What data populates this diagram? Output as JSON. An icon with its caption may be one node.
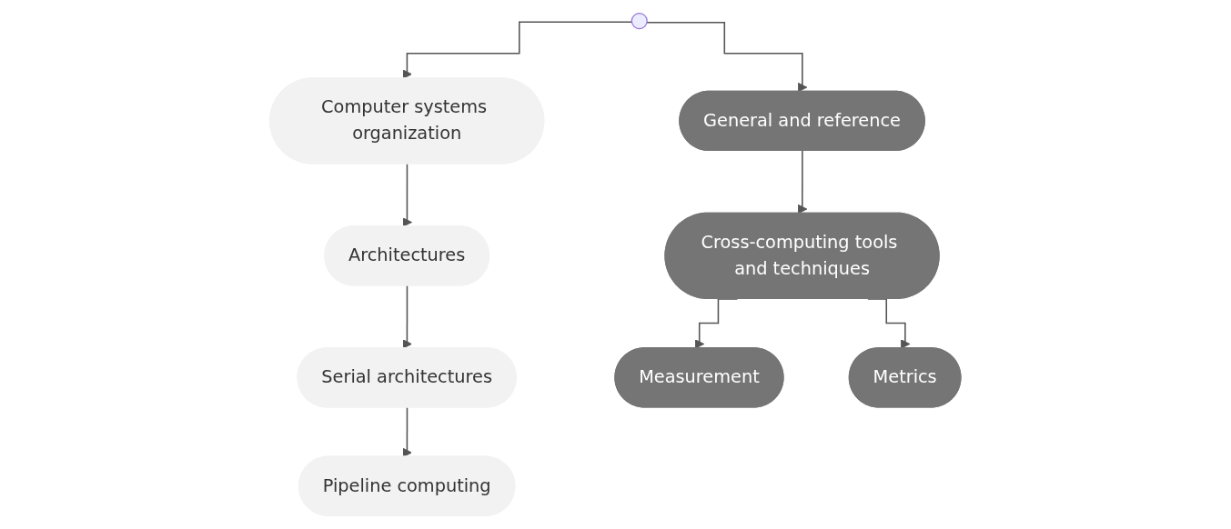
{
  "diagram": {
    "nodes": [
      {
        "text": [
          "Computer systems organization"
        ]
      },
      {
        "text": [
          "Architectures"
        ]
      },
      {
        "text": [
          "Serial architectures"
        ]
      },
      {
        "text": [
          "Pipeline computing"
        ]
      },
      {
        "text": [
          "General and reference"
        ]
      },
      {
        "text": [
          "Cross-computing tools and techniques"
        ]
      },
      {
        "text": [
          "Measurement"
        ]
      },
      {
        "text": [
          "Metrics"
        ]
      }
    ],
    "edges": [
      {
        "from": null,
        "to": 0,
        "arrow": "to"
      },
      {
        "from": null,
        "to": 4,
        "arrow": "to"
      },
      {
        "from": 0,
        "to": 1,
        "arrow": "to"
      },
      {
        "from": 1,
        "to": 2,
        "arrow": "to"
      },
      {
        "from": 2,
        "to": 3,
        "arrow": "to"
      },
      {
        "from": 4,
        "to": 5,
        "arrow": "to"
      },
      {
        "from": 5,
        "to": 6,
        "arrow": "to"
      },
      {
        "from": 5,
        "to": 7,
        "arrow": "to"
      }
    ]
  }
}
